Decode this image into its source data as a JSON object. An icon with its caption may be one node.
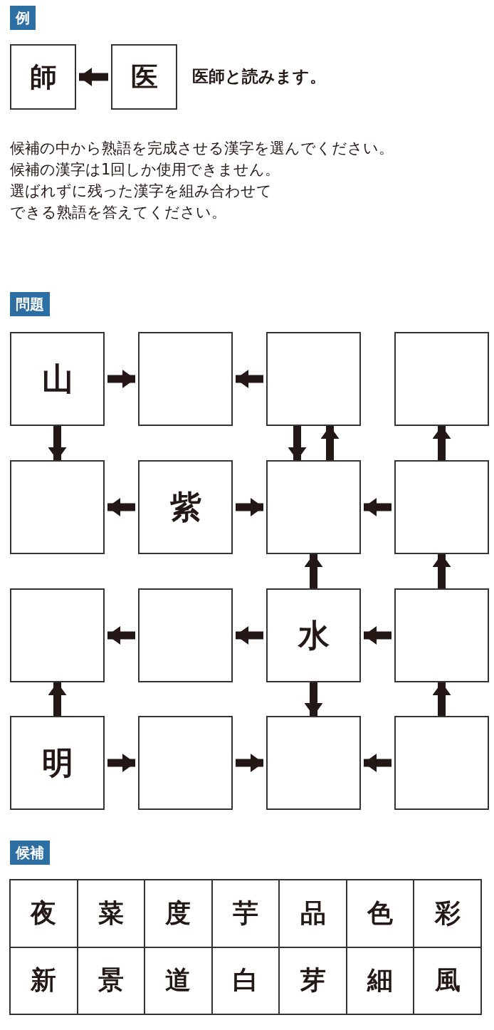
{
  "diagram": {
    "nodes": [
      {
        "text": [
          "師"
        ]
      },
      {
        "text": [
          "医"
        ]
      },
      {
        "text": [
          "山"
        ]
      },
      {
        "text": [],
        "shape": "box"
      },
      {
        "text": [],
        "shape": "box"
      },
      {
        "text": [],
        "shape": "box"
      },
      {
        "text": [],
        "shape": "box"
      },
      {
        "text": [
          "紫"
        ]
      },
      {
        "text": [],
        "shape": "box"
      },
      {
        "text": [],
        "shape": "box"
      },
      {
        "text": [],
        "shape": "box"
      },
      {
        "text": [],
        "shape": "box"
      },
      {
        "text": [
          "水"
        ]
      },
      {
        "text": [],
        "shape": "box"
      },
      {
        "text": [
          "明"
        ]
      },
      {
        "text": [],
        "shape": "box"
      },
      {
        "text": [],
        "shape": "box"
      },
      {
        "text": [],
        "shape": "box"
      }
    ],
    "edges": [
      {
        "from": 1,
        "to": 0,
        "arrow": "to"
      },
      {
        "from": 2,
        "to": 3,
        "arrow": "to"
      },
      {
        "from": 4,
        "to": 3,
        "arrow": "to"
      },
      {
        "from": 2,
        "to": 6,
        "arrow": "to"
      },
      {
        "from": 4,
        "to": 8,
        "arrow": "to"
      },
      {
        "from": 8,
        "to": 4,
        "arrow": "to"
      },
      {
        "from": 9,
        "to": 5,
        "arrow": "to"
      },
      {
        "from": 7,
        "to": 6,
        "arrow": "to"
      },
      {
        "from": 7,
        "to": 8,
        "arrow": "to"
      },
      {
        "from": 9,
        "to": 8,
        "arrow": "to"
      },
      {
        "from": 12,
        "to": 8,
        "arrow": "to"
      },
      {
        "from": 13,
        "to": 9,
        "arrow": "to"
      },
      {
        "from": 11,
        "to": 10,
        "arrow": "to"
      },
      {
        "from": 12,
        "to": 11,
        "arrow": "to"
      },
      {
        "from": 13,
        "to": 12,
        "arrow": "to"
      },
      {
        "from": 14,
        "to": 10,
        "arrow": "to"
      },
      {
        "from": 12,
        "to": 16,
        "arrow": "to"
      },
      {
        "from": 17,
        "to": 13,
        "arrow": "to"
      },
      {
        "from": 14,
        "to": 15,
        "arrow": "to"
      },
      {
        "from": 15,
        "to": 16,
        "arrow": "to"
      },
      {
        "from": 17,
        "to": 16,
        "arrow": "to"
      }
    ],
    "labels": [
      "例",
      "医師と読みます。",
      "候補の中から熟語を完成させる漢字を選んでください。",
      "候補の漢字は1回しか使用できません。",
      "選ばれずに残った漢字を組み合わせてできる熟語を答えてください。",
      "問題",
      "候補",
      "夜",
      "菜",
      "度",
      "芋",
      "品",
      "色",
      "彩",
      "新",
      "景",
      "道",
      "白",
      "芽",
      "細",
      "風"
    ]
  }
}
